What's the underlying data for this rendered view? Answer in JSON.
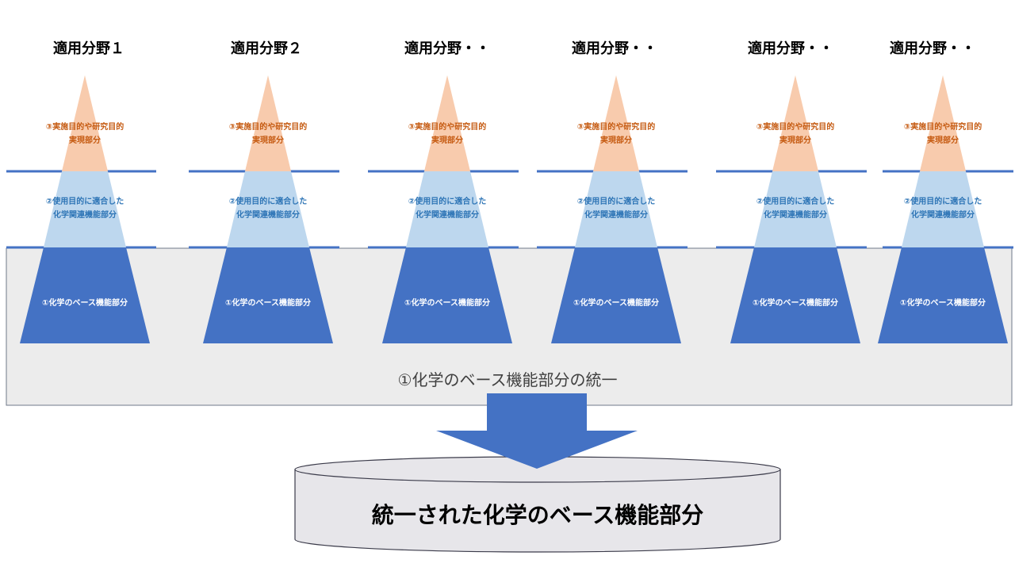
{
  "columns": [
    {
      "title": "適用分野１"
    },
    {
      "title": "適用分野２"
    },
    {
      "title": "適用分野・・"
    },
    {
      "title": "適用分野・・"
    },
    {
      "title": "適用分野・・"
    },
    {
      "title": "適用分野・・"
    }
  ],
  "layers": {
    "top": {
      "line1": "③実施目的や研究目的",
      "line2": "実現部分"
    },
    "middle": {
      "line1": "②使用目的に適合した",
      "line2": "化学関連機能部分"
    },
    "base": {
      "label": "①化学のベース機能部分"
    }
  },
  "unify_label": "①化学のベース機能部分の統一",
  "database_label": "統一された化学のベース機能部分",
  "colors": {
    "top_fill": "#f8cbad",
    "top_text": "#c55a11",
    "middle_fill": "#bdd7ee",
    "middle_text": "#2e75b6",
    "base_fill": "#4472c4",
    "base_text": "#ffffff",
    "separator_line": "#4472c4",
    "unify_box_fill": "#ececec",
    "arrow_fill": "#4472c4",
    "cylinder_fill": "#e7e6ea"
  }
}
